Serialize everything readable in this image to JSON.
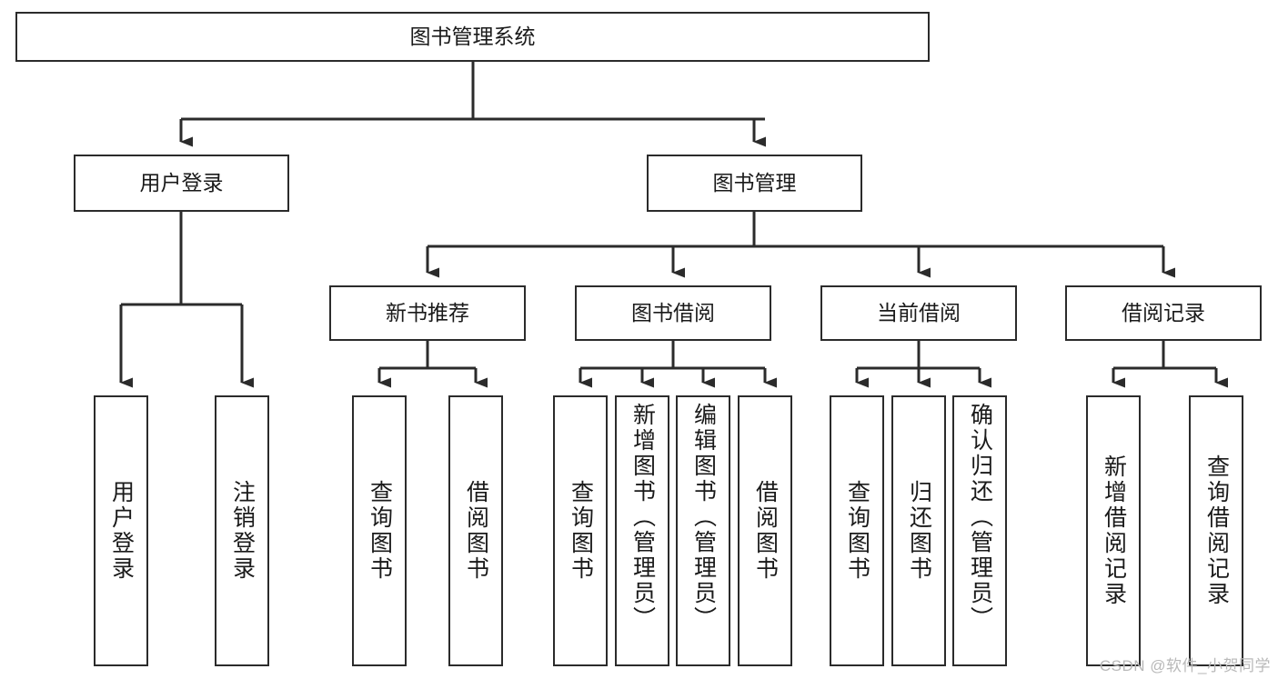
{
  "diagram": {
    "type": "tree-hierarchy",
    "title": "图书管理系统",
    "watermark": "CSDN @软件_小贺同学",
    "colors": {
      "stroke": "#2b2b2b",
      "fill": "#ffffff",
      "text": "#1a1a1a",
      "watermark": "#b9b9b9"
    },
    "nodes": {
      "root": {
        "label": "图书管理系统",
        "level": 1
      },
      "l2": [
        {
          "id": "user-login",
          "label": "用户登录",
          "level": 2
        },
        {
          "id": "book-manage",
          "label": "图书管理",
          "level": 2
        }
      ],
      "l3": [
        {
          "id": "new-book-recommend",
          "label": "新书推荐",
          "level": 3,
          "parent": "book-manage"
        },
        {
          "id": "book-borrow",
          "label": "图书借阅",
          "level": 3,
          "parent": "book-manage"
        },
        {
          "id": "current-borrow",
          "label": "当前借阅",
          "level": 3,
          "parent": "book-manage"
        },
        {
          "id": "borrow-record",
          "label": "借阅记录",
          "level": 3,
          "parent": "book-manage"
        }
      ],
      "leaves": [
        {
          "id": "leaf-user-login",
          "label": "用户登录",
          "parent": "user-login"
        },
        {
          "id": "leaf-logout-login",
          "label": "注销登录",
          "parent": "user-login"
        },
        {
          "id": "leaf-query-book-1",
          "label": "查询图书",
          "parent": "new-book-recommend"
        },
        {
          "id": "leaf-borrow-book-1",
          "label": "借阅图书",
          "parent": "new-book-recommend"
        },
        {
          "id": "leaf-query-book-2",
          "label": "查询图书",
          "parent": "book-borrow"
        },
        {
          "id": "leaf-add-book",
          "label": "新增图书（管理员）",
          "parent": "book-borrow"
        },
        {
          "id": "leaf-edit-book",
          "label": "编辑图书（管理员）",
          "parent": "book-borrow"
        },
        {
          "id": "leaf-borrow-book-2",
          "label": "借阅图书",
          "parent": "book-borrow"
        },
        {
          "id": "leaf-query-book-3",
          "label": "查询图书",
          "parent": "current-borrow"
        },
        {
          "id": "leaf-return-book",
          "label": "归还图书",
          "parent": "current-borrow"
        },
        {
          "id": "leaf-confirm-return",
          "label": "确认归还（管理员）",
          "parent": "current-borrow"
        },
        {
          "id": "leaf-add-record",
          "label": "新增借阅记录",
          "parent": "borrow-record"
        },
        {
          "id": "leaf-query-record",
          "label": "查询借阅记录",
          "parent": "borrow-record"
        }
      ]
    }
  }
}
